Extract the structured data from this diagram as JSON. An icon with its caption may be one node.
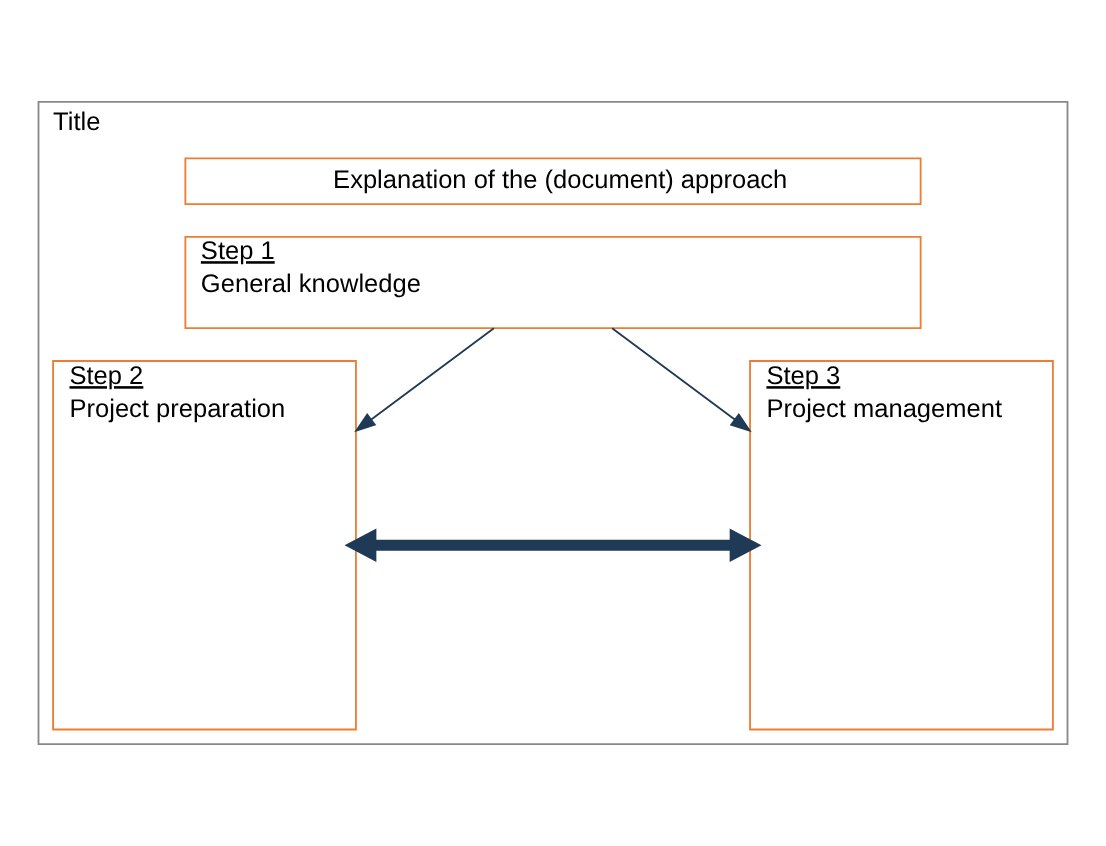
{
  "diagram": {
    "nodes": [
      {
        "text": [
          "Title"
        ]
      },
      {
        "text": [
          "Explanation of the (document) approach"
        ],
        "in": 0
      },
      {
        "text": [
          "Step 1",
          "General knowledge"
        ],
        "in": 0
      },
      {
        "text": [
          "Step 2",
          "Project preparation"
        ],
        "in": 0
      },
      {
        "text": [
          "Step 3",
          "Project management"
        ],
        "in": 0
      }
    ],
    "edges": [
      {
        "from": 2,
        "to": 3,
        "arrow": "to"
      },
      {
        "from": 2,
        "to": 4,
        "arrow": "to"
      },
      {
        "from": 3,
        "to": 4,
        "arrow": "both",
        "style": "thick"
      }
    ]
  }
}
